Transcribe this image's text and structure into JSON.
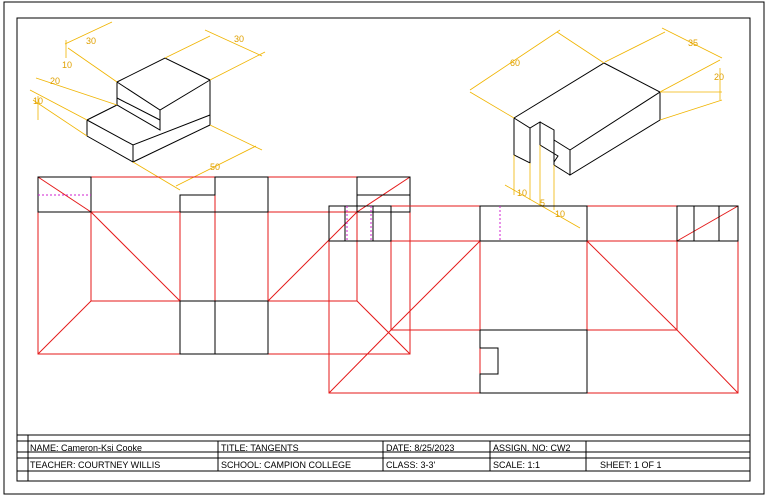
{
  "title_block": {
    "name": "NAME: Cameron-Ksi Cooke",
    "title": "TITLE: TANGENTS",
    "date": "DATE: 8/25/2023",
    "assign": "ASSIGN. NO: CW2",
    "teacher": "TEACHER: COURTNEY WILLIS",
    "school": "SCHOOL: CAMPION COLLEGE",
    "class": "CLASS: 3-3'",
    "scale": "SCALE: 1:1",
    "sheet": "SHEET: 1 OF 1"
  },
  "dimensions_left": {
    "d30a": "30",
    "d30b": "30",
    "d10a": "10",
    "d20": "20",
    "d10b": "10",
    "d50": "50"
  },
  "dimensions_right": {
    "d60": "60",
    "d35": "35",
    "d20": "20",
    "d10": "10",
    "d5": "5",
    "d10b": "10"
  },
  "colors": {
    "outline": "#000000",
    "projection": "#e41a1a",
    "hidden": "#d020d0",
    "dimension": "#f0b400"
  }
}
